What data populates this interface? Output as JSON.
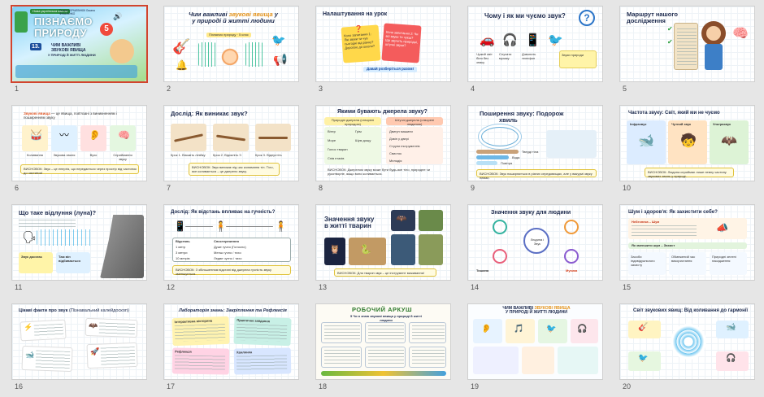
{
  "slides": [
    {
      "n": "1",
      "title": "ПІЗНАЄМО ПРИРОДУ",
      "top": "Нова українська школа",
      "authors": "Тетяна КОРШЕВНЮК Оксана ФУКАЛЕНКО",
      "grade": "5",
      "lesson": "13.",
      "sub1": "ЧИМ ВАЖЛИВІ",
      "sub2": "ЗВУКОВІ ЯВИЩА",
      "sub3": "У ПРИРОДІ Й ЖИТТІ ЛЮДИНИ"
    },
    {
      "n": "2",
      "title1": "Чим важливі",
      "title_hl": "звукові явища",
      "title2": "у",
      "title3": "у природі й житті людини",
      "note": "Пізнаємо природу · 5 клас"
    },
    {
      "n": "3",
      "title": "Налаштування на урок",
      "q1": "Коло запитання 1: Які звуки ти чув сьогодні від ранку? Дорогою до школи?",
      "q2": "Коло запитання 2: Чи всі звуки ти чуєш? Що звучить природні, штучні звуки?",
      "cta": "Давай розберіться разом!"
    },
    {
      "n": "4",
      "title": "Чому і як ми чуємо звук?",
      "c1": "Чужий світ біля без знаку",
      "c2": "Слухати музику",
      "c3": "Дзвонить телефон",
      "c4": "Звуки природи"
    },
    {
      "n": "5",
      "title1": "Маршрут нашого",
      "title2": "дослідження"
    },
    {
      "n": "6",
      "head_hl": "Звукові явища",
      "head": "— це явища, пов'язані з виникненням і поширенням звуку",
      "c1": "Коливання",
      "c2": "Звукова хвиля",
      "c3": "Вухо",
      "c4": "Сприймання звуку",
      "concl": "ВИСНОВОК: Звук – це енергія, що передається через простір від частинок до частинок!"
    },
    {
      "n": "7",
      "title": "Дослід: Як виникає звук?",
      "s1": "Крок 1. Візьміть лінійку",
      "s2": "Крок 2. Відхиліть її",
      "s3": "Крок 3. Відпустіть",
      "concl": "ВИСНОВОК: Звук виникає під час коливання тіл. Тіло, яке коливається – це джерело звуку."
    },
    {
      "n": "8",
      "title": "Якими бувають джерела звуку?",
      "h1": "Природні джерела (створені природою)",
      "h2": "Штучні джерела (створені людиною)",
      "l": [
        "Вітер",
        "Грім",
        "Море",
        "Шум дощу",
        "Голос тварин",
        "Спів птахів"
      ],
      "r": [
        "Двигун машини",
        "Дзвін у двері",
        "Струни інструментів",
        "Свисток",
        "Мелодія"
      ],
      "concl": "ВИСНОВОК: Джерелом звуку може бути будь-яке тіло, природне чи рукотворне, якщо воно коливається."
    },
    {
      "n": "9",
      "title1": "Поширення звуку: Подорож",
      "title2": "хвиль",
      "c1": "Тверді тіла",
      "c2": "Вода",
      "c3": "Повітря",
      "concl": "ВИСНОВОК: Звук поширюється в різних середовищах, але у вакуумі звуку немає."
    },
    {
      "n": "10",
      "title1": "Частота звуку: Світ, який ми не чуємо",
      "h1": "Інфразвук",
      "h2": "Чутний звук",
      "h3": "Ультразвук",
      "concl": "ВИСНОВОК: Людина сприймає лише певну частину звукових хвиль у природі."
    },
    {
      "n": "11",
      "title": "Що таке відлуння (луна)?",
      "b1": "Звук досягає",
      "b2": "Там він відбивається"
    },
    {
      "n": "12",
      "title": "Дослід: Як відстань впливає на гучність?",
      "th1": "Відстань",
      "th2": "Спостереження",
      "rows": [
        [
          "1 метр",
          "Дуже гучно (Голосно)"
        ],
        [
          "3 метри",
          "Менш гучно / тихо"
        ],
        [
          "10 метрів",
          "Ледве чутно / тихо"
        ]
      ],
      "concl": "ВИСНОВОК: З збільшенням відстані від джерела гучність звуку зменшується."
    },
    {
      "n": "13",
      "title1": "Значення звуку",
      "title2": "в житті тварин",
      "concl": "ВИСНОВОК: Для тварин звук – це інструмент виживання!"
    },
    {
      "n": "14",
      "title": "Значення звуку для людини",
      "center": "Людина і Звук",
      "b1": "Тишина",
      "b2": "Музика"
    },
    {
      "n": "15",
      "title": "Шум і здоров'я: Як захистити себе?",
      "h1": "Небезпека – Шум",
      "h2": "Як зменшити шум – Захист",
      "c1": "Засоби індивідуального захисту",
      "c2": "Обмежений час використання",
      "c3": "Природні зелені насадження"
    },
    {
      "n": "16",
      "title1": "Цікаві факти про звук",
      "title2": "(Пізнавальний калейдоскоп)"
    },
    {
      "n": "17",
      "title": "Лабораторія знань: Закріплення та Рефлексія",
      "c1": "Інтерактивна вікторина",
      "c2": "Практичне завдання",
      "c3": "Рефлексія",
      "c4": "Хвилинка"
    },
    {
      "n": "18",
      "title": "РОБОЧИЙ АРКУШ",
      "sub": "5 Чи я знаю звукові явища у природі й житті людини"
    },
    {
      "n": "19",
      "title1": "ЧИМ ВАЖЛИВІ",
      "title_hl": "ЗВУКОВІ ЯВИЩА",
      "title2": "У ПРИРОДІ Й ЖИТТІ ЛЮДИНИ"
    },
    {
      "n": "20",
      "title": "Світ звукових явищ: Від коливання до гармонії"
    }
  ]
}
